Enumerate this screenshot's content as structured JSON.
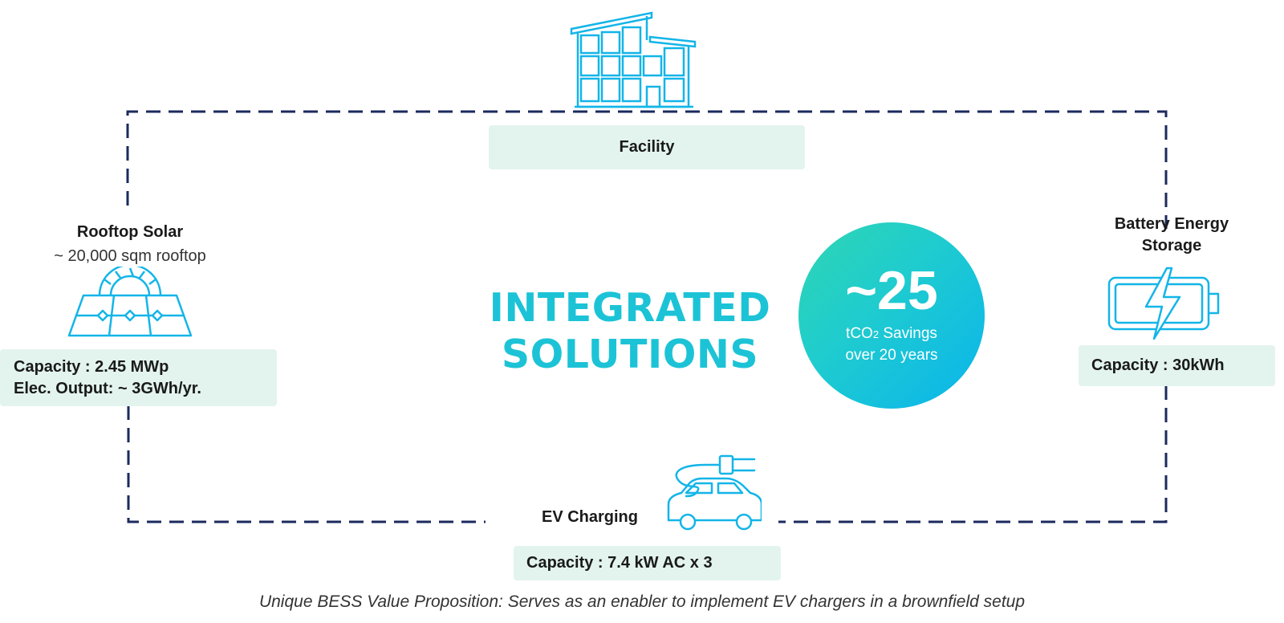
{
  "facility": {
    "label": "Facility"
  },
  "solar": {
    "title": "Rooftop Solar",
    "subtitle": "~ 20,000 sqm rooftop",
    "capacity": "Capacity : 2.45 MWp",
    "output": "Elec. Output: ~ 3GWh/yr."
  },
  "battery": {
    "title_line1": "Battery Energy",
    "title_line2": "Storage",
    "capacity": "Capacity : 30kWh"
  },
  "ev": {
    "title": "EV Charging",
    "capacity": "Capacity : 7.4 kW AC x 3"
  },
  "center": {
    "line1": "INTEGRATED",
    "line2": "SOLUTIONS"
  },
  "savings": {
    "value": "~25",
    "unit_prefix": "tCO",
    "unit_sub": "2",
    "unit_suffix": " Savings",
    "period": "over 20 years"
  },
  "footer": "Unique BESS Value Proposition: Serves as an enabler to implement EV chargers in a brownfield setup",
  "colors": {
    "frame": "#1b2a5e",
    "icon": "#13b5e8",
    "box_bg": "#e3f4ee",
    "gradient_start": "#2fd6b2",
    "gradient_end": "#0ab4ec"
  },
  "icons": [
    "building-icon",
    "solar-panel-icon",
    "battery-icon",
    "ev-car-icon"
  ]
}
